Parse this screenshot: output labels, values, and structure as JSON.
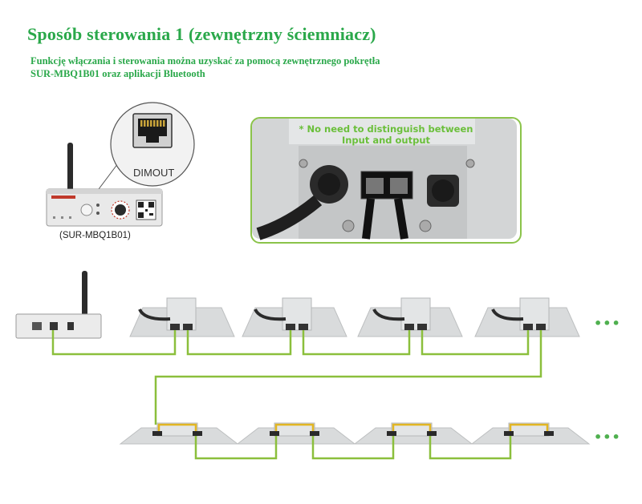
{
  "header": {
    "title": "Sposób sterowania 1 (zewnętrzny ściemniacz)",
    "subtitle_line1": "Funkcję włączania i sterowania można uzyskać za pomocą zewnętrznego pokrętła",
    "subtitle_line2": "SUR-MBQ1B01 oraz aplikacji Bluetooth"
  },
  "controller": {
    "port_label": "DIMOUT",
    "model_caption": "(SUR-MBQ1B01)"
  },
  "closeup": {
    "note_line1": "* No need to distinguish  between",
    "note_line2": "Input and output"
  },
  "diagram": {
    "row1_ellipsis": "•••",
    "row2_ellipsis": "•••",
    "colors": {
      "accent_green": "#2aa84a",
      "wire_green": "#8bbf3c",
      "link_yellow": "#e2b623",
      "panel_gray": "#d9dbdc"
    }
  }
}
